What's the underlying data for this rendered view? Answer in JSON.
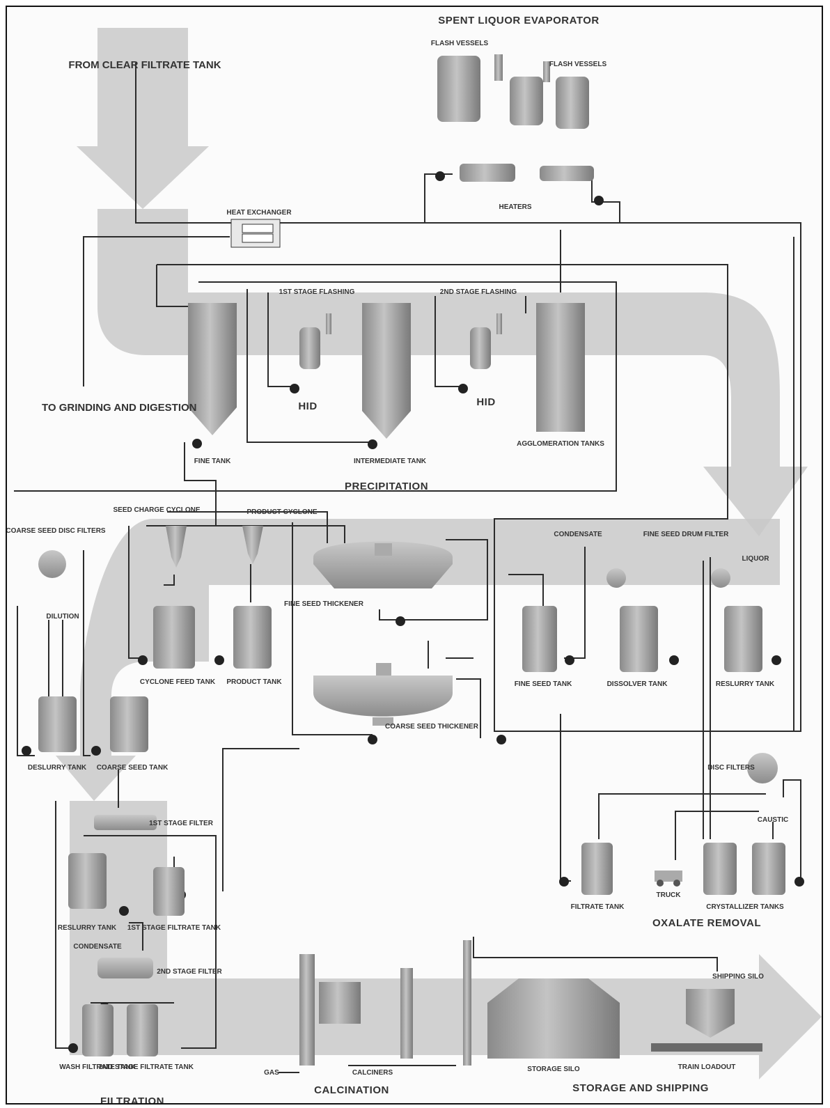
{
  "inflow": "FROM CLEAR FILTRATE TANK",
  "outflow": "TO GRINDING AND DIGESTION",
  "evaporator": {
    "title": "SPENT LIQUOR EVAPORATOR",
    "flash_vessels_1": "FLASH VESSELS",
    "flash_vessels_2": "FLASH VESSELS",
    "heaters": "HEATERS"
  },
  "heat_exchanger": "HEAT EXCHANGER",
  "precipitation": {
    "section": "PRECIPITATION",
    "stage1_flashing": "1ST STAGE FLASHING",
    "stage2_flashing": "2ND STAGE FLASHING",
    "hid1": "HID",
    "hid2": "HID",
    "fine_tank": "FINE TANK",
    "intermediate_tank": "INTERMEDIATE TANK",
    "agglomeration_tanks": "AGGLOMERATION TANKS"
  },
  "classification": {
    "coarse_seed_disc_filters": "COARSE SEED DISC FILTERS",
    "seed_charge_cyclone": "SEED CHARGE CYCLONE",
    "product_cyclone": "PRODUCT CYCLONE",
    "fine_seed_thickener": "FINE SEED THICKENER",
    "condensate_1": "CONDENSATE",
    "fine_seed_drum_filter": "FINE SEED DRUM FILTER",
    "liquor": "LIQUOR",
    "cyclone_feed_tank": "CYCLONE FEED TANK",
    "product_tank": "PRODUCT TANK",
    "fine_seed_tank": "FINE SEED TANK",
    "dissolver_tank": "DISSOLVER TANK",
    "reslurry_tank": "RESLURRY TANK",
    "coarse_seed_thickener": "COARSE SEED THICKENER",
    "deslurry_tank": "DESLURRY TANK",
    "coarse_seed_tank": "COARSE SEED TANK",
    "dilution": "DILUTION"
  },
  "filtration": {
    "section": "FILTRATION",
    "stage1_filter": "1ST STAGE FILTER",
    "reslurry_tank": "RESLURRY TANK",
    "stage1_filtrate_tank": "1ST STAGE FILTRATE TANK",
    "condensate": "CONDENSATE",
    "stage2_filter": "2ND STAGE FILTER",
    "wash_filtrate_tank": "WASH FILTRATE TANK",
    "stage2_filtrate_tank": "2ND STAGE FILTRATE TANK"
  },
  "oxalate": {
    "section": "OXALATE REMOVAL",
    "disc_filters": "DISC FILTERS",
    "caustic": "CAUSTIC",
    "filtrate_tank": "FILTRATE TANK",
    "truck": "TRUCK",
    "crystallizer_tanks": "CRYSTALLIZER TANKS"
  },
  "calcination": {
    "section": "CALCINATION",
    "gas": "GAS",
    "calciners": "CALCINERS"
  },
  "storage": {
    "section": "STORAGE AND SHIPPING",
    "storage_silo": "STORAGE SILO",
    "shipping_silo": "SHIPPING SILO",
    "train_loadout": "TRAIN LOADOUT"
  },
  "colors": {
    "flow_band": "#c9c9c9",
    "equipment": "#9a9a9a",
    "pipe": "#2b2b2b",
    "text": "#333333"
  }
}
